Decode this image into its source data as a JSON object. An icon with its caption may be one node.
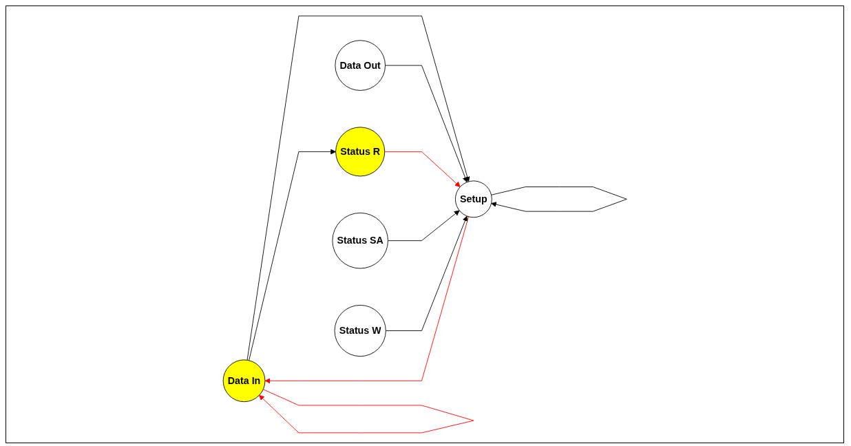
{
  "diagram": {
    "nodes": [
      {
        "text": [
          "Data In"
        ]
      },
      {
        "text": [
          "Setup"
        ]
      },
      {
        "text": [
          "Data Out"
        ]
      },
      {
        "text": [
          "Status R"
        ]
      },
      {
        "text": [
          "Status SA"
        ]
      },
      {
        "text": [
          "Status W"
        ]
      }
    ],
    "edges": [
      {
        "from": 0,
        "to": 0,
        "arrow": "to",
        "color": "#ff0000"
      },
      {
        "from": 1,
        "to": 1,
        "arrow": "to"
      },
      {
        "from": 1,
        "to": 0,
        "arrow": "to",
        "color": "#ff0000"
      },
      {
        "from": 0,
        "to": 1,
        "arrow": "to"
      },
      {
        "from": 2,
        "to": 1,
        "arrow": "to"
      },
      {
        "from": 0,
        "to": 3,
        "arrow": "to"
      },
      {
        "from": 3,
        "to": 1,
        "arrow": "to",
        "color": "#ff0000"
      },
      {
        "from": 4,
        "to": 1,
        "arrow": "to"
      },
      {
        "from": 5,
        "to": 1,
        "arrow": "to"
      }
    ]
  }
}
